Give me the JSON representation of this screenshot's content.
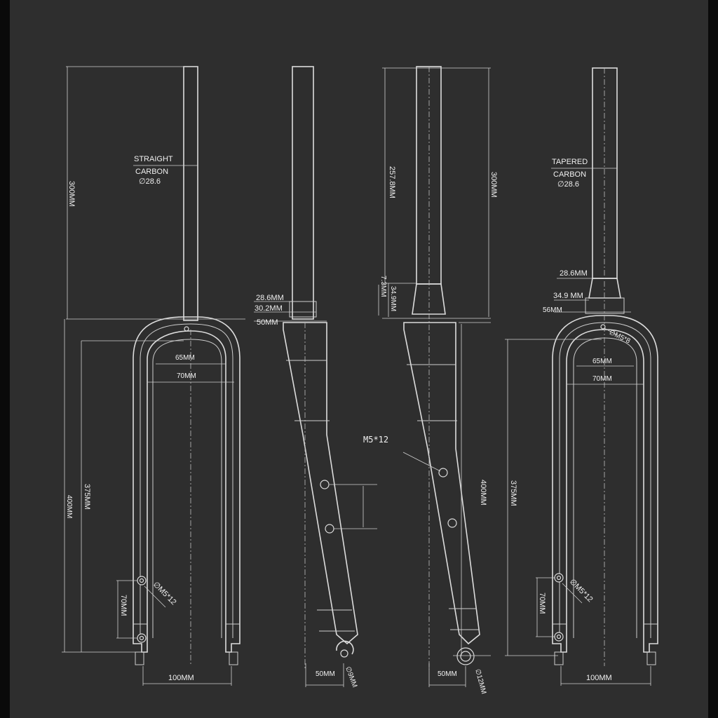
{
  "views": {
    "straight_front": {
      "type_line1": "STRAIGHT",
      "type_line2": "CARBON",
      "diameter": "∅28.6",
      "steerer_length": "300MM",
      "leg_375": "375MM",
      "leg_400": "400MM",
      "crown_inner": "65MM",
      "crown_outer": "70MM",
      "mount": "∅M5*12",
      "mount_spacing": "70MM",
      "spacing": "100MM"
    },
    "straight_side": {
      "d1": "28.6MM",
      "d2": "30.2MM",
      "crown": "50MM",
      "offset": "50MM",
      "axle": "∅9MM"
    },
    "tapered_side": {
      "steerer": "257.8MM",
      "total": "300MM",
      "taper_len": "7.3MM",
      "taper_dia": "34.9MM",
      "bolt": "M5*12",
      "leg": "400MM",
      "offset": "50MM",
      "axle": "∅12MM"
    },
    "tapered_front": {
      "type_line1": "TAPERED",
      "type_line2": "CARBON",
      "diameter": "∅28.6",
      "d1": "28.6MM",
      "d2": "34.9 MM",
      "crown": "56MM",
      "crown_bolt": "∅M5*8",
      "crown_inner": "65MM",
      "crown_outer": "70MM",
      "leg": "375MM",
      "mount": "∅M5*12",
      "mount_spacing": "70MM",
      "spacing": "100MM"
    }
  }
}
